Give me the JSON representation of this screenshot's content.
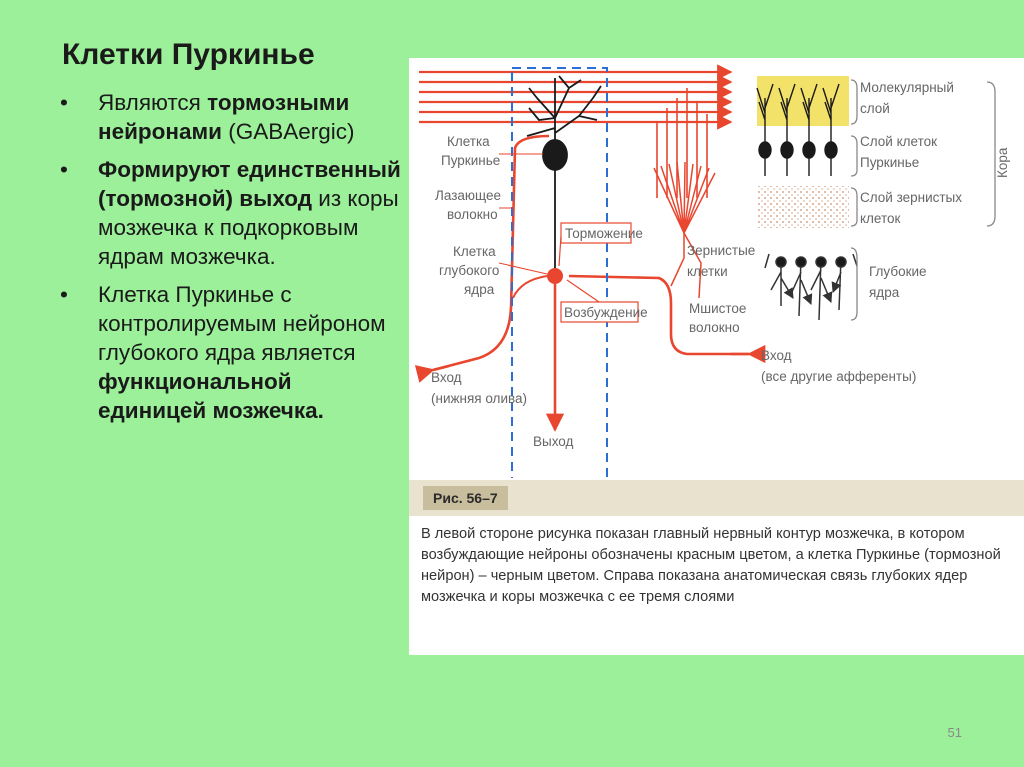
{
  "slide": {
    "title": "Клетки Пуркинье",
    "page_number": "51",
    "bullets": [
      {
        "marker": "•",
        "parts": [
          "Являются ",
          "тормозными нейронами",
          " (GABAergic)"
        ]
      },
      {
        "marker": "•",
        "parts": [
          "Формируют единственный (тормозной) выход",
          " из коры мозжечка к подкорковым ядрам мозжечка."
        ]
      },
      {
        "marker": "•",
        "parts": [
          "Клетка Пуркинье с контролируемым нейроном глубокого ядра является ",
          "функциональной единицей мозжечка."
        ]
      }
    ]
  },
  "figure": {
    "labels": {
      "purkinje_line1": "Клетка",
      "purkinje_line2": "Пуркинье",
      "climbing_line1": "Лазающее",
      "climbing_line2": "волокно",
      "deep_line1": "Клетка",
      "deep_line2": "глубокого",
      "deep_line3": "ядра",
      "inhibition": "Торможение",
      "excitation": "Возбуждение",
      "input_left_line1": "Вход",
      "input_left_line2": "(нижняя олива)",
      "output": "Выход",
      "granule_line1": "Зернистые",
      "granule_line2": "клетки",
      "mossy_line1": "Мшистое",
      "mossy_line2": "волокно",
      "input_right_line1": "Вход",
      "input_right_line2": "(все другие афференты)",
      "molecular_line1": "Молекулярный",
      "molecular_line2": "слой",
      "purkinje_layer_line1": "Слой клеток",
      "purkinje_layer_line2": "Пуркинье",
      "granular_layer_line1": "Слой зернистых",
      "granular_layer_line2": "клеток",
      "cortex": "Кора",
      "deep_nuclei_line1": "Глубокие",
      "deep_nuclei_line2": "ядра"
    },
    "figure_tag": "Рис. 56–7",
    "caption": "В левой стороне рисунка показан главный нервный контур мозжечка, в котором возбуждающие нейроны обозначены красным цветом, а клетка Пуркинье (тормозной нейрон) – черным цветом. Справа показана анатомическая связь глубоких ядер мозжечка и коры мозжечка с ее тремя слоями",
    "colors": {
      "excitatory": "#e8462e",
      "inhibitory": "#1a1a1a",
      "highlight_box": "#2b6fd6",
      "layer_yellow": "#f3e26a"
    }
  }
}
